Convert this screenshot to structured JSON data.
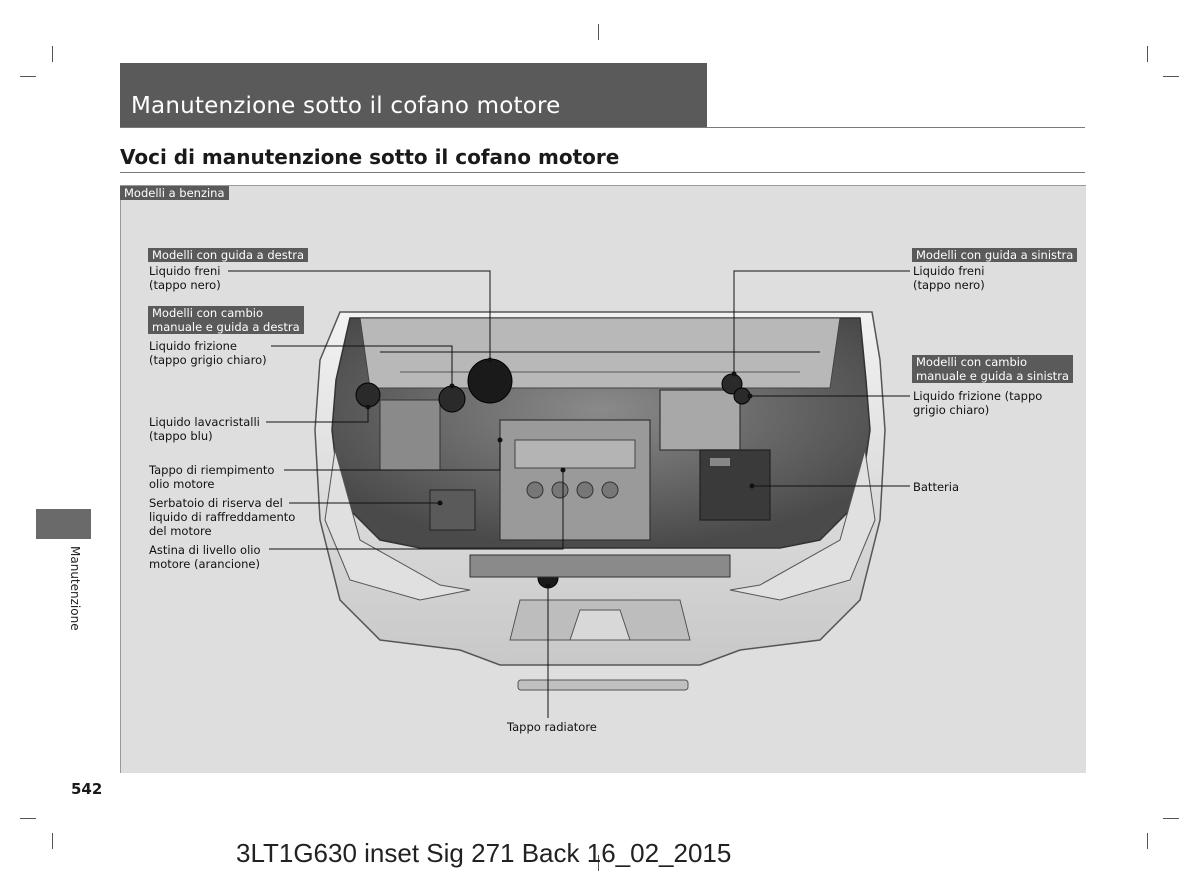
{
  "header": {
    "title": "Manutenzione sotto il cofano motore"
  },
  "section": {
    "title": "Voci di manutenzione sotto il cofano motore"
  },
  "figure": {
    "variant_tag": "Modelli a benzina",
    "left_tags": {
      "rhd": "Modelli con guida a destra",
      "manual_rhd": [
        "Modelli con cambio",
        "manuale e guida a destra"
      ]
    },
    "right_tags": {
      "lhd": "Modelli con guida a sinistra",
      "manual_lhd": [
        "Modelli con cambio",
        "manuale e guida a sinistra"
      ]
    },
    "left_labels": {
      "brake_fluid": [
        "Liquido freni",
        "(tappo nero)"
      ],
      "clutch_fluid": [
        "Liquido frizione",
        "(tappo grigio chiaro)"
      ],
      "washer_fluid": [
        "Liquido lavacristalli",
        "(tappo blu)"
      ],
      "oil_filler": [
        "Tappo di riempimento",
        "olio motore"
      ],
      "coolant_reservoir": [
        "Serbatoio di riserva del",
        "liquido di raffreddamento",
        "del motore"
      ],
      "dipstick": [
        "Astina di livello olio",
        "motore (arancione)"
      ]
    },
    "right_labels": {
      "brake_fluid": [
        "Liquido freni",
        "(tappo nero)"
      ],
      "clutch_fluid": [
        "Liquido frizione (tappo",
        "grigio chiaro)"
      ],
      "battery": [
        "Batteria"
      ]
    },
    "bottom_label": "Tappo radiatore"
  },
  "sidebar": {
    "label": "Manutenzione"
  },
  "page": {
    "number": "542"
  },
  "footer": {
    "text": "3LT1G630 inset Sig 271 Back 16_02_2015"
  },
  "colors": {
    "tag_bg": "#5a5a5a",
    "figure_bg": "#dedede",
    "accent_gray": "#6a6a6a"
  }
}
